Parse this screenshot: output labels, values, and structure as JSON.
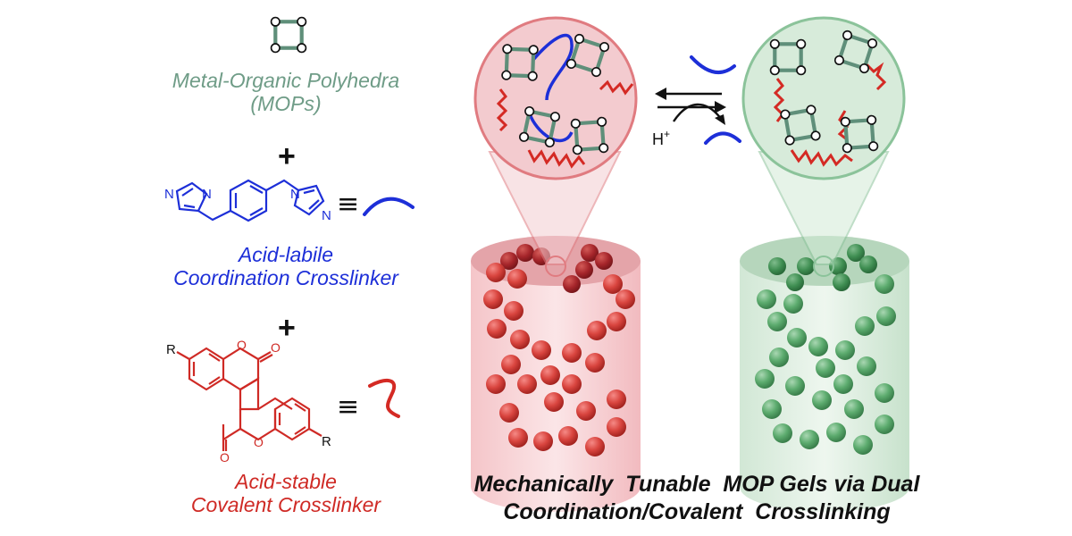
{
  "labels": {
    "mops_line1": "Metal-Organic Polyhedra",
    "mops_line2": "(MOPs)",
    "plus_1": "+",
    "plus_2": "+",
    "blue_line1": "Acid-labile",
    "blue_line2": "Coordination Crosslinker",
    "red_line1": "Acid-stable",
    "red_line2": "Covalent Crosslinker",
    "equiv_blue": "≡",
    "equiv_red": "≡",
    "imid_n1": "N",
    "imid_n2": "N",
    "imid_n3": "N",
    "imid_n4": "N",
    "r1": "R",
    "r2": "R",
    "o1": "O",
    "o2": "O",
    "o3": "O",
    "o4": "O",
    "proton": "H",
    "proton_sup": "+",
    "title_line1": "Mechanically  Tunable  MOP Gels via Dual",
    "title_line2": "Coordination/Covalent  Crosslinking"
  },
  "colors": {
    "green_text": "#6f9c87",
    "blue": "#1d2fd8",
    "red": "#d42a24",
    "mop_edge": "#5f8f7a",
    "red_circle_fill": "#f2c9cc",
    "green_circle_fill": "#d5ead9"
  }
}
